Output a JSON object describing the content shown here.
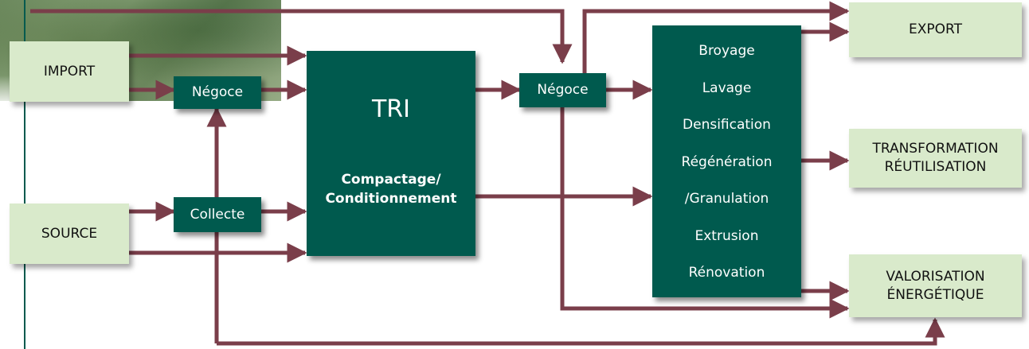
{
  "colors": {
    "dark_box": "#005a4e",
    "light_box": "#d9eacb",
    "arrow": "#7a3e4a",
    "axis_line": "#005a4e"
  },
  "diagram": {
    "sources": {
      "import": "IMPORT",
      "source": "SOURCE"
    },
    "intermediates": {
      "negoce_left": "Négoce",
      "collecte": "Collecte",
      "negoce_right": "Négoce"
    },
    "tri": {
      "title": "TRI",
      "subtitle_line1": "Compactage/",
      "subtitle_line2": "Conditionnement"
    },
    "processing_steps": [
      "Broyage",
      "Lavage",
      "Densification",
      "Régénération",
      "/Granulation",
      "Extrusion",
      "Rénovation"
    ],
    "outputs": {
      "export": "EXPORT",
      "transformation_line1": "TRANSFORMATION",
      "transformation_line2": "RÉUTILISATION",
      "valorisation_line1": "VALORISATION",
      "valorisation_line2": "ÉNERGÉTIQUE"
    }
  }
}
